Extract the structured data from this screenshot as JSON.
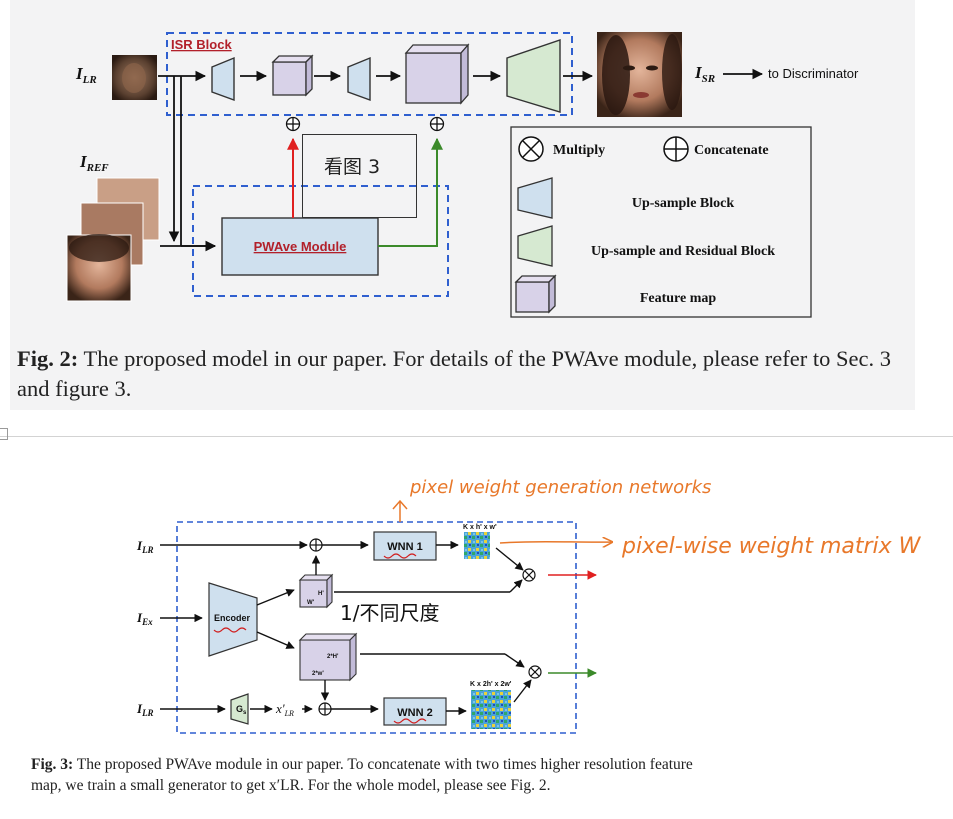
{
  "fig2": {
    "isr_block_label": "ISR Block",
    "i_lr": "I",
    "i_lr_sub": "LR",
    "i_ref": "I",
    "i_ref_sub": "REF",
    "i_sr": "I",
    "i_sr_sub": "SR",
    "to_discriminator": "to Discriminator",
    "pwave_label": "PWAve Module",
    "legend": {
      "multiply": "Multiply",
      "concatenate": "Concatenate",
      "upsample_block": "Up-sample Block",
      "upsample_residual_block": "Up-sample and Residual  Block",
      "feature_map": "Feature map"
    },
    "caption_bold": "Fig. 2:",
    "caption_text": " The proposed model in our paper. For details of the PWAve module, please refer to Sec. 3 and figure 3.",
    "note_text": "看图 3"
  },
  "fig3": {
    "annotation_top": "pixel weight generation networks",
    "annotation_right": "pixel-wise weight matrix W",
    "annotation_mid": "1/不同尺度",
    "i_lr_top": "I",
    "i_lr_top_sub": "LR",
    "i_ex": "I",
    "i_ex_sub": "Ex",
    "i_lr_bottom": "I",
    "i_lr_bottom_sub": "LR",
    "wnn1": "WNN 1",
    "wnn2": "WNN 2",
    "encoder": "Encoder",
    "gs": "G",
    "gs_sub": "s",
    "x_lr": "x'",
    "x_lr_sub": "LR",
    "weight_dims_1": "K x h' x w'",
    "weight_dims_2": "K x 2h' x  2w'",
    "feat1_h": "H'",
    "feat1_w": "W'",
    "feat2_h": "2*H'",
    "feat2_w": "2*w'",
    "caption_bold": "Fig. 3:",
    "caption_text": " The proposed PWAve module in our paper. To concatenate with two times higher resolution feature map, we train a small generator to get x′LR. For the whole model, please see Fig. 2."
  },
  "colors": {
    "dashed_blue": "#2f5fcf",
    "block_fill": "#cfe0ee",
    "residual_fill": "#d6e9d1",
    "feature_fill": "#d8d2e8",
    "red_arrow": "#e02020",
    "green_arrow": "#3b8a2a",
    "annotation_orange": "#e8782a",
    "pwave_text": "#b2202a"
  }
}
